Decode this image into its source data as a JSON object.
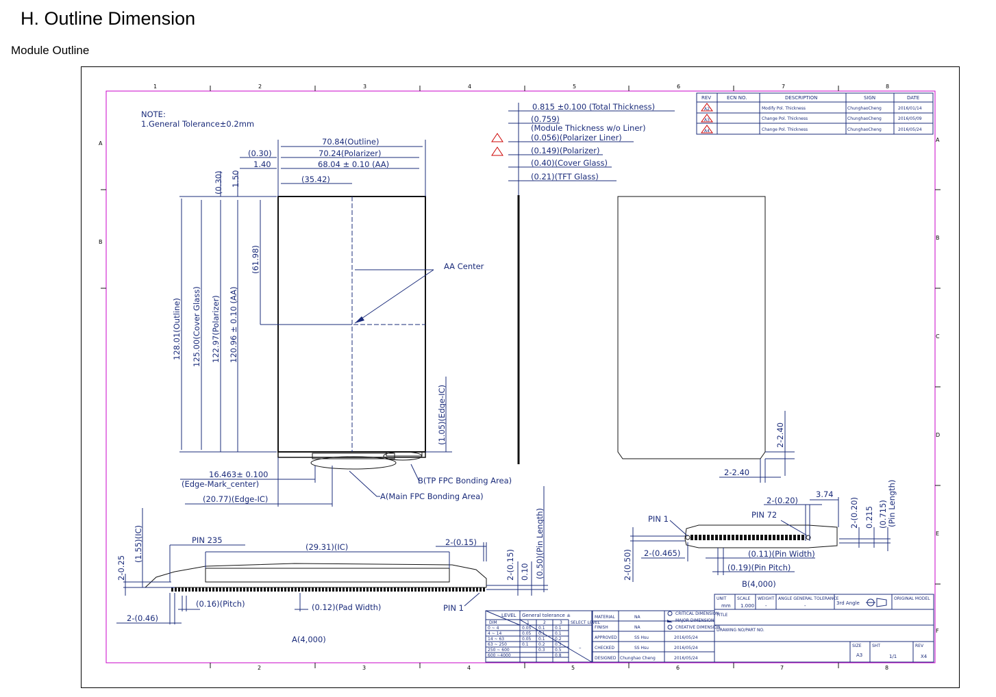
{
  "page": {
    "title": "H. Outline Dimension",
    "subtitle": "Module Outline"
  },
  "note": {
    "line1": "NOTE:",
    "line2": "1.General Tolerance±0.2mm"
  },
  "grid": {
    "cols": [
      "1",
      "2",
      "3",
      "4",
      "5",
      "6",
      "7",
      "8"
    ],
    "bottom_cols": [
      "2",
      "3",
      "4",
      "5",
      "6",
      "7",
      "8"
    ],
    "rows_left": [
      "A",
      "B"
    ],
    "rows_right": [
      "A",
      "B",
      "C",
      "D",
      "E",
      "F"
    ]
  },
  "front_view": {
    "outline": "70.84(Outline)",
    "polarizer_w": "70.24(Polarizer)",
    "aa_w": "68.04 ± 0.10 (AA)",
    "left_030": "(0.30)",
    "left_140": "1.40",
    "half": "(35.42)",
    "top_030": "(0.30)",
    "top_150": "1.50",
    "h_outline": "128.01(Outline)",
    "h_cover": "125.00(Cover Glass)",
    "h_polarizer": "122.97(Polarizer)",
    "h_aa": "120.96 ± 0.10 (AA)",
    "half_h": "(61.98)",
    "aa_center": "AA Center",
    "edge_ic_h": "(1.05)(Edge-IC)",
    "edge_mark": "16.463± 0.100",
    "edge_mark2": "(Edge-Mark_center)",
    "edge_ic_w": "(20.77)(Edge-IC)",
    "tp_fpc": "B(TP FPC Bonding Area)",
    "main_fpc": "A(Main FPC Bonding Area)"
  },
  "side_view": {
    "total": "0.815 ±0.100 (Total Thickness)",
    "module1": "(0.759)",
    "module2": "(Module Thickness w/o Liner)",
    "pol_liner": "(0.056)(Polarizer Liner)",
    "polarizer": "(0.149)(Polarizer)",
    "cover": "(0.40)(Cover Glass)",
    "tft": "(0.21)(TFT Glass)"
  },
  "back_view": {
    "corner_h": "2-2.40",
    "corner_v": "2-2.40"
  },
  "detail_a": {
    "pin235": "PIN 235",
    "ic": "(29.31)(IC)",
    "dim_015": "2-(0.15)",
    "ic_h": "(1.55)(IC)",
    "dim_025": "2-0.25",
    "dim_2015": "2-(0.15)",
    "dim_010": "0.10",
    "pin_len": "(0.50)(Pin Length)",
    "pitch": "(0.16)(Pitch)",
    "pad_w": "(0.12)(Pad Width)",
    "pin1": "PIN 1",
    "dim_046": "2-(0.46)",
    "scale": "A(4,000)"
  },
  "detail_b": {
    "pin1": "PIN 1",
    "pin72": "PIN 72",
    "dim_020": "2-(0.20)",
    "dim_374": "3.74",
    "dim_020v": "2-(0.20)",
    "dim_0215": "0.215",
    "dim_0715": "(0.715)",
    "pin_len": "(Pin Length)",
    "dim_050": "2-(0.50)",
    "dim_0465": "2-(0.465)",
    "pin_w": "(0.11)(Pin Width)",
    "pin_p": "(0.19)(Pin Pitch)",
    "scale": "B(4,000)"
  },
  "revision": {
    "headers": [
      "REV",
      "ECN NO.",
      "DESCRIPTION",
      "SIGN",
      "DATE"
    ],
    "rows": [
      [
        "A2",
        "",
        "Modify Pol. Thickness",
        "ChunghaoCheng",
        "2016/01/14"
      ],
      [
        "A3",
        "",
        "Change Pol. Thickness",
        "ChunghaoCheng",
        "2016/05/09"
      ],
      [
        "A4",
        "",
        "Change Pol. Thickness",
        "ChunghaoCheng",
        "2016/05/24"
      ]
    ]
  },
  "tolerance": {
    "title": "General tolerance ±",
    "level": "LEVEL",
    "dim": "DIM",
    "levels": [
      "1",
      "2",
      "3"
    ],
    "select": "SELECT LEVEL",
    "rows": [
      [
        "0 ~ 4",
        "0.05",
        "0.1",
        "0.1"
      ],
      [
        "4 ~ 14",
        "0.05",
        "0.1",
        "0.1"
      ],
      [
        "14 ~ 63",
        "0.05",
        "0.1",
        "0.2"
      ],
      [
        "63 ~ 250",
        "0.1",
        "0.2",
        "0.3"
      ],
      [
        "250 ~ 600",
        "",
        "0.3",
        "0.5"
      ],
      [
        "600 ~4000",
        "",
        "",
        "0.8"
      ]
    ],
    "dash": "–"
  },
  "approvals": {
    "rows": [
      [
        "MATERIAL",
        "NA",
        ""
      ],
      [
        "FINISH",
        "NA",
        ""
      ],
      [
        "APPROVED",
        "SS Hsu",
        "2016/05/24"
      ],
      [
        "CHECKED",
        "SS Hsu",
        "2016/05/24"
      ],
      [
        "DESIGNED",
        "Chunghao Cheng",
        "2016/05/24"
      ]
    ],
    "legend": [
      "CRITICAL DIMENSION",
      "MAJOR DIMENSION",
      "CREATIVE DIMENSION"
    ]
  },
  "title_block": {
    "unit_label": "UNIT",
    "unit": "mm",
    "scale_label": "SCALE",
    "scale": "1.000",
    "weight_label": "WEIGHT",
    "weight": "-",
    "angle_label": "ANGLE GENERAL TOLERANCE",
    "angle": "-",
    "projection": "3rd Angle",
    "orig_model": "ORIGINAL MODEL",
    "title_label": "TITLE",
    "drawing_no": "DRAWING NO/PART NO.",
    "size_label": "SIZE",
    "size": "A3",
    "sht_label": "SHT",
    "sht": "1/1",
    "rev_label": "REV",
    "rev": "X4"
  }
}
